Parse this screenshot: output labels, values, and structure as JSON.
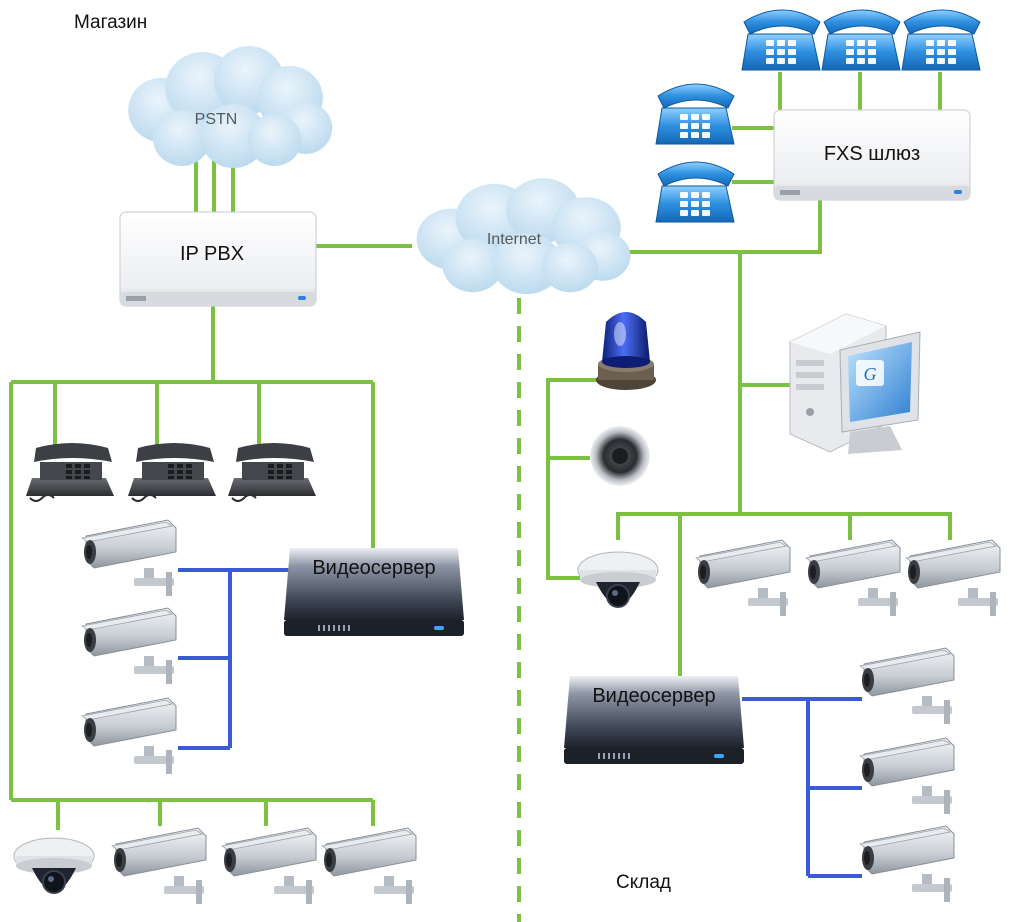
{
  "zones": {
    "left": "Магазин",
    "right": "Склад"
  },
  "clouds": {
    "pstn": "PSTN",
    "internet": "Internet"
  },
  "devices": {
    "ip_pbx": "IP PBX",
    "fxs_gateway": "FXS шлюз",
    "video_server_left": "Видеосервер",
    "video_server_right": "Видеосервер"
  },
  "colors": {
    "link_green": "#7dc142",
    "link_blue": "#3b5bd6",
    "cloud_fill": "#cfe4f2",
    "phone_blue": "#2e8fe0"
  },
  "icons": [
    "cloud-icon",
    "server-box-icon",
    "desk-phone-icon",
    "blue-phone-icon",
    "box-camera-icon",
    "dome-camera-icon",
    "video-server-icon",
    "siren-icon",
    "speaker-icon",
    "computer-icon"
  ]
}
